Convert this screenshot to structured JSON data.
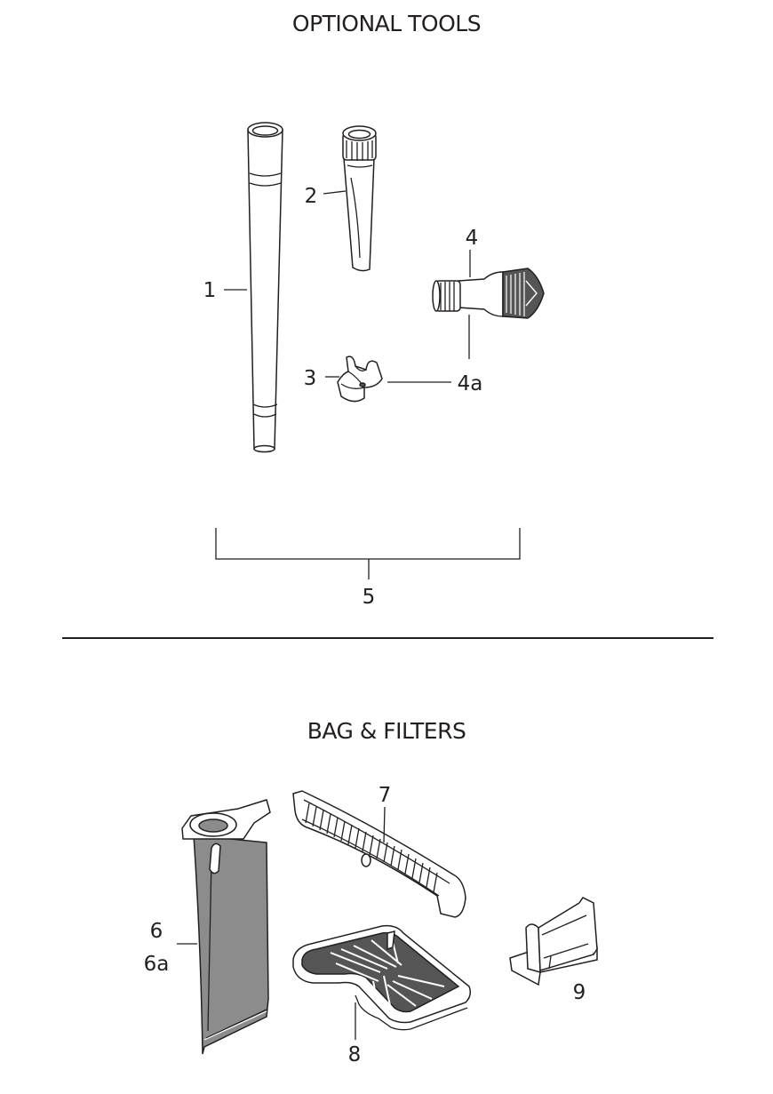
{
  "sections": {
    "optional_tools_title": "OPTIONAL TOOLS",
    "bag_filters_title": "BAG & FILTERS"
  },
  "callouts": {
    "c1": "1",
    "c2": "2",
    "c3": "3",
    "c4": "4",
    "c4a": "4a",
    "c5": "5",
    "c6": "6",
    "c6a": "6a",
    "c7": "7",
    "c8": "8",
    "c9": "9"
  },
  "colors": {
    "ink": "#231f20",
    "part_fill": "#ffffff",
    "bag_fill": "#8c8c8c",
    "dark_fill": "#555555"
  }
}
